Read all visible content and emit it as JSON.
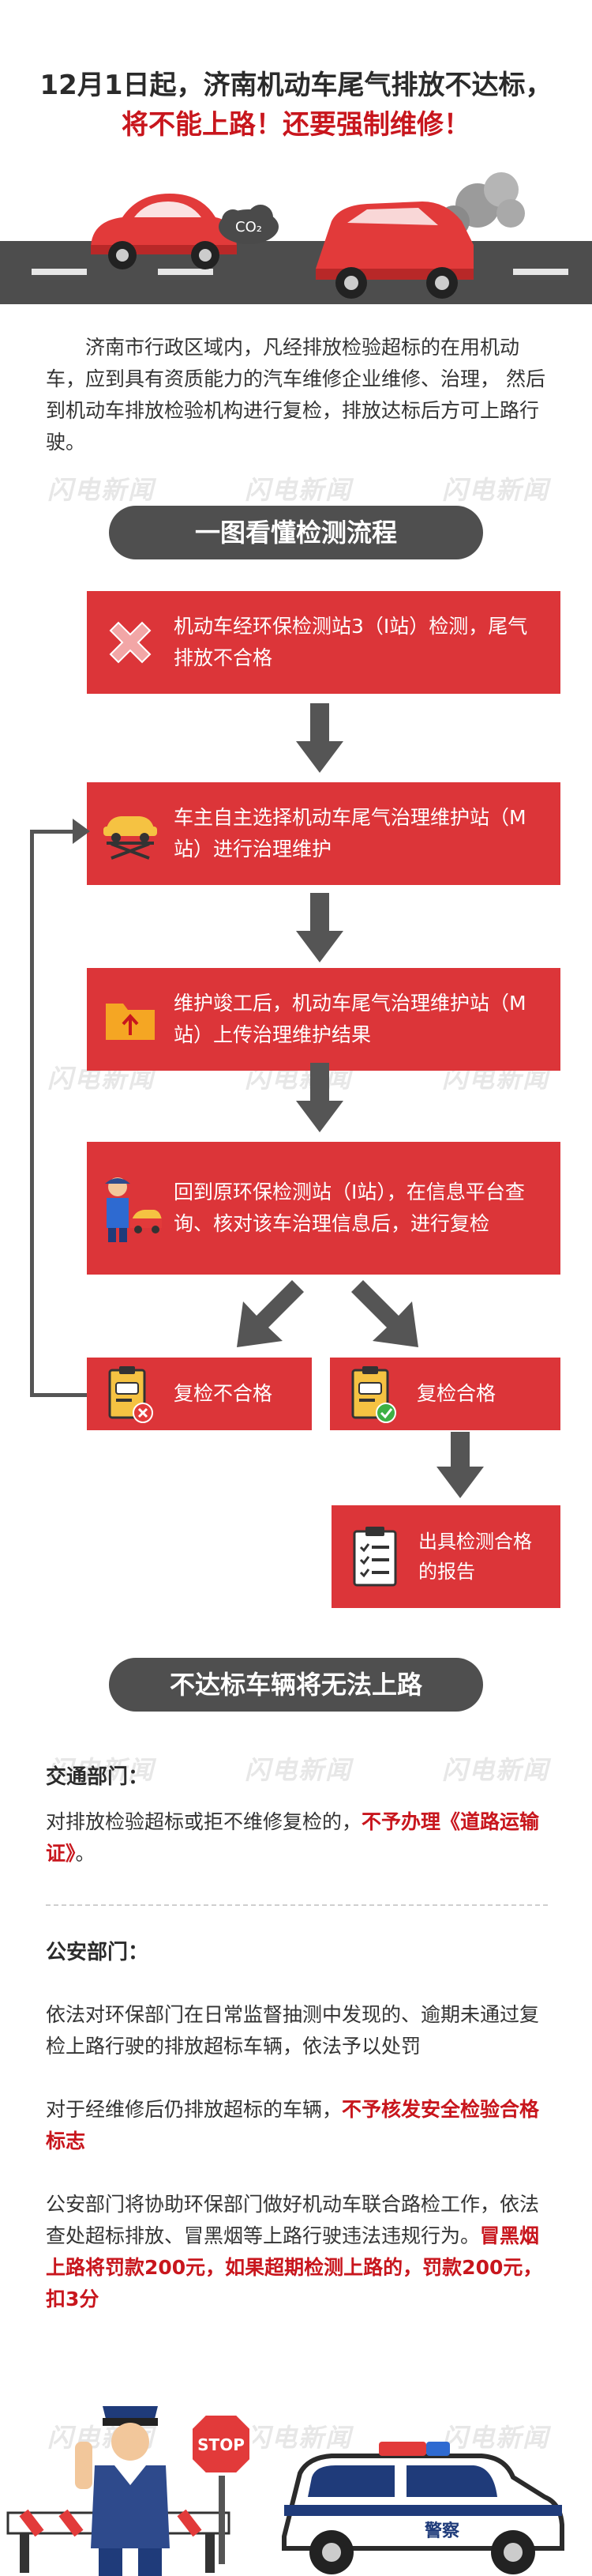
{
  "headline": {
    "line1": "12月1日起，济南机动车尾气排放不达标，",
    "line2": "将不能上路！还要强制维修！"
  },
  "hero": {
    "co2_label": "CO₂"
  },
  "intro": "济南市行政区域内，凡经排放检验超标的在用机动车，应到具有资质能力的汽车维修企业维修、治理， 然后到机动车排放检验机构进行复检，排放达标后方可上路行驶。",
  "watermark": "闪电新闻",
  "flow": {
    "title": "一图看懂检测流程",
    "step1": "机动车经环保检测站3（Ⅰ站）检测，尾气排放不合格",
    "step2": "车主自主选择机动车尾气治理维护站（M站）进行治理维护",
    "step3": "维护竣工后，机动车尾气治理维护站（M站）上传治理维护结果",
    "step4": "回到原环保检测站（I站），在信息平台查询、核对该车治理信息后，进行复检",
    "fail": "复检不合格",
    "pass": "复检合格",
    "report": "出具检测合格的报告"
  },
  "section2": {
    "title": "不达标车辆将无法上路",
    "traffic_label": "交通部门：",
    "traffic_text": "对排放检验超标或拒不维修复检的，",
    "traffic_hl": "不予办理《道路运输证》",
    "traffic_end": "。",
    "police_label": "公安部门：",
    "police_p1": "依法对环保部门在日常监督抽测中发现的、逾期未通过复检上路行驶的排放超标车辆，依法予以处罚",
    "police_p2": "对于经维修后仍排放超标的车辆，",
    "police_p2_hl": "不予核发安全检验合格标志",
    "police_p3": "公安部门将协助环保部门做好机动车联合路检工作，依法查处超标排放、冒黑烟等上路行驶违法违规行为。",
    "police_p3_hl": "冒黑烟上路将罚款200元，如果超期检测上路的，罚款200元，扣3分"
  },
  "footer": {
    "stop_label": "STOP",
    "police_car_label": "警察"
  }
}
